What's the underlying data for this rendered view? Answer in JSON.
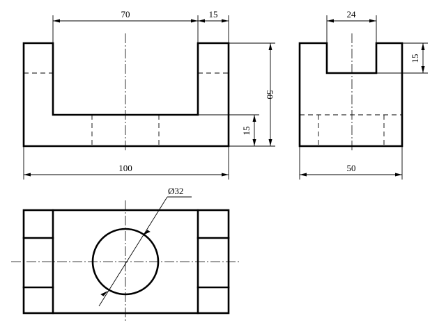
{
  "dimensions": {
    "front_top_opening": "70",
    "front_wall": "15",
    "front_height": "50",
    "front_base": "15",
    "front_width": "100",
    "side_slot_width": "24",
    "side_slot_depth": "15",
    "side_width": "50",
    "hole_diameter": "Ø32"
  }
}
